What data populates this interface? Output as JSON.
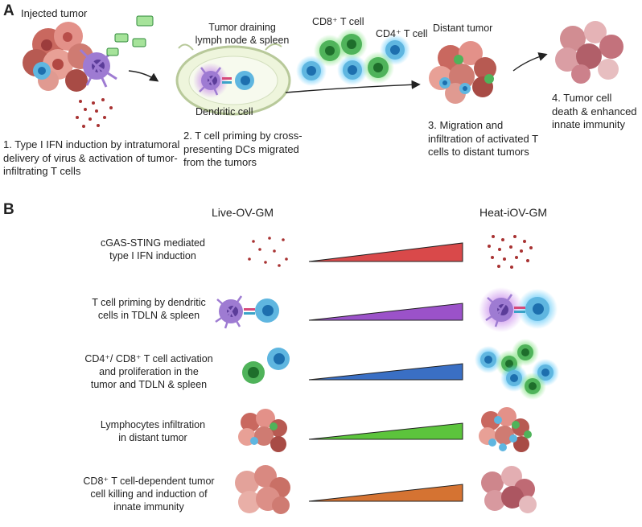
{
  "panel_a": {
    "letter": "A",
    "injected_tumor": "Injected tumor",
    "lymph_node": "Tumor draining\nlymph node & spleen",
    "dendritic_cell": "Dendritic cell",
    "cd8_t_cell": "CD8⁺ T cell",
    "cd4_t_cell": "CD4⁺ T cell",
    "distant_tumor": "Distant tumor",
    "steps": [
      "1. Type I IFN induction by intratumoral delivery of virus & activation of tumor-infiltrating T cells",
      "2. T cell priming by cross-presenting DCs migrated from the tumors",
      "3. Migration and infiltration of activated T cells to distant tumors",
      "4. Tumor cell death & enhanced innate immunity"
    ]
  },
  "panel_b": {
    "letter": "B",
    "col_left": "Live-OV-GM",
    "col_right": "Heat-iOV-GM",
    "rows": [
      {
        "label": "cGAS-STING mediated\ntype I IFN induction",
        "color": "#d9494a"
      },
      {
        "label": "T cell priming by dendritic\ncells in TDLN & spleen",
        "color": "#9b52c9"
      },
      {
        "label": "CD4⁺/ CD8⁺ T cell activation\nand proliferation in the\ntumor and TDLN & spleen",
        "color": "#3a6fc4"
      },
      {
        "label": "Lymphocytes infiltration\nin distant tumor",
        "color": "#5cc43c"
      },
      {
        "label": "CD8⁺ T cell-dependent tumor\ncell killing and induction of\ninnate immunity",
        "color": "#d57332"
      }
    ]
  }
}
